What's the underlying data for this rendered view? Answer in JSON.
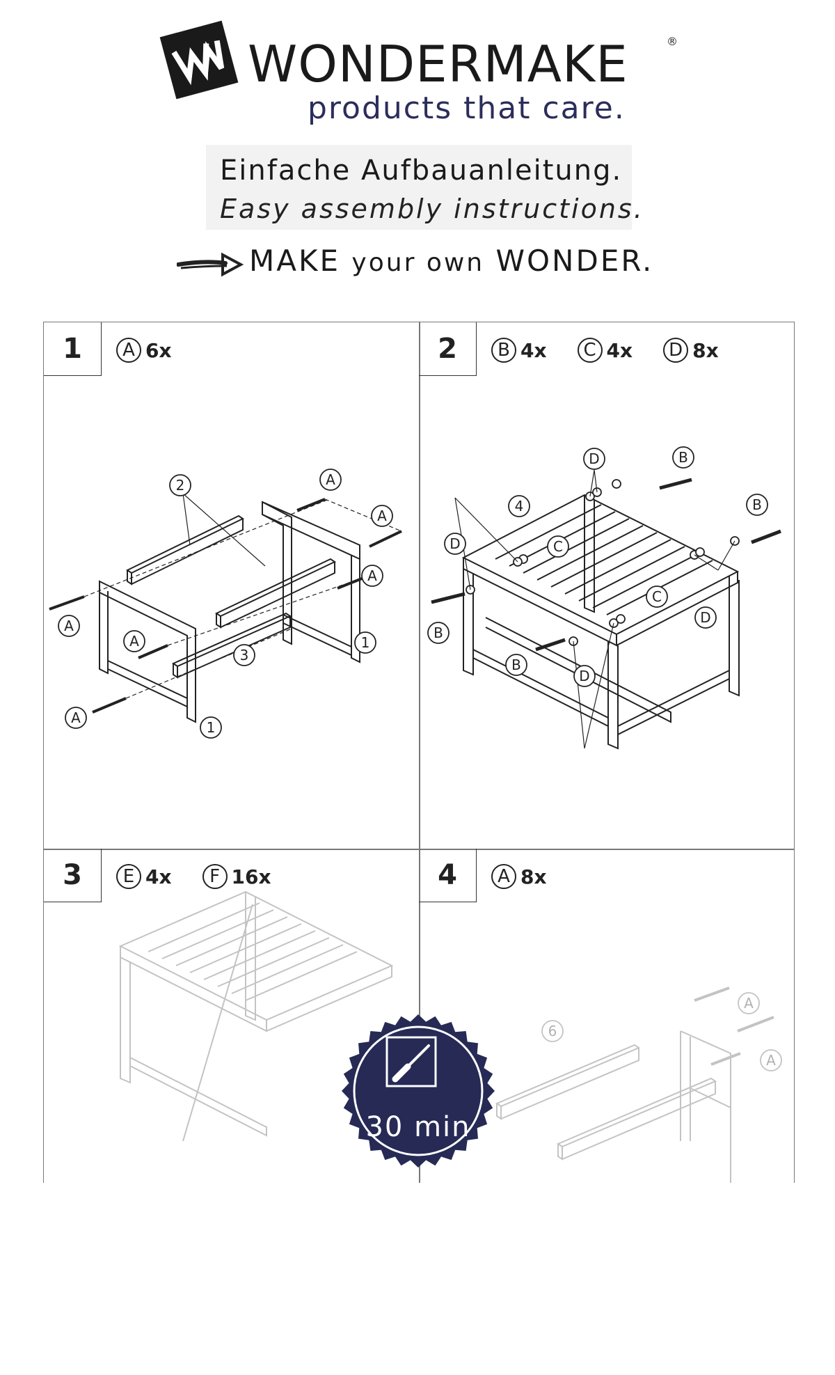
{
  "brand": {
    "name": "WONDERMAKE",
    "registered": "®",
    "tagline": "products that care.",
    "logo_icon": "wm-logo-icon",
    "tagline_color": "#2b2d5b"
  },
  "instructions": {
    "german": "Einfache Aufbauanleitung.",
    "english": "Easy assembly instructions."
  },
  "slogan": {
    "make": "MAKE",
    "your_own": "your own",
    "wonder": "WONDER."
  },
  "steps": [
    {
      "number": "1",
      "parts": [
        {
          "letter": "A",
          "qty": "6x"
        }
      ]
    },
    {
      "number": "2",
      "parts": [
        {
          "letter": "B",
          "qty": "4x"
        },
        {
          "letter": "C",
          "qty": "4x"
        },
        {
          "letter": "D",
          "qty": "8x"
        }
      ]
    },
    {
      "number": "3",
      "parts": [
        {
          "letter": "E",
          "qty": "4x"
        },
        {
          "letter": "F",
          "qty": "16x"
        }
      ]
    },
    {
      "number": "4",
      "parts": [
        {
          "letter": "A",
          "qty": "8x"
        }
      ]
    }
  ],
  "diagram1": {
    "labels": [
      "A",
      "A",
      "A",
      "A",
      "A",
      "A",
      "2",
      "3",
      "1",
      "1"
    ]
  },
  "diagram2": {
    "labels": [
      "D",
      "B",
      "4",
      "B",
      "D",
      "C",
      "C",
      "B",
      "D",
      "B",
      "D"
    ]
  },
  "diagram4": {
    "labels": [
      "6",
      "A",
      "A"
    ]
  },
  "timer": {
    "text": "30 min",
    "icon": "screwdriver-icon",
    "color": "#262a55"
  }
}
